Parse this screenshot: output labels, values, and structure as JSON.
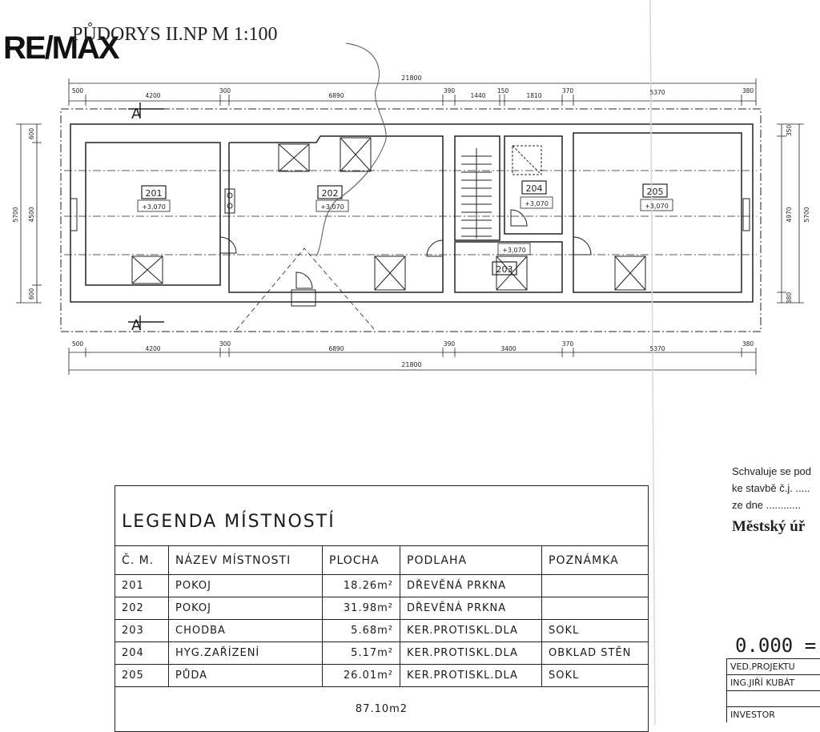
{
  "header": {
    "logo_text": "RE/MAX",
    "title": "PŮDORYS II.NP   M 1:100"
  },
  "dimensions": {
    "top_overall": "21800",
    "top_segments": [
      "500",
      "4200",
      "300",
      "6890",
      "390",
      "1440",
      "150",
      "1810",
      "370",
      "5370",
      "380"
    ],
    "bottom_segments": [
      "500",
      "4200",
      "300",
      "6890",
      "390",
      "3400",
      "370",
      "5370",
      "380"
    ],
    "bottom_overall": "21800",
    "left_overall": "5700",
    "left_segments": [
      "600",
      "4500",
      "600"
    ],
    "right_overall": "5700",
    "right_segments": [
      "350",
      "4970",
      "380"
    ]
  },
  "section_marks": {
    "top": "A",
    "bottom": "A"
  },
  "rooms": [
    {
      "number": "201",
      "level": "+3,070"
    },
    {
      "number": "202",
      "level": "+3,070"
    },
    {
      "number": "203",
      "level": "+3,070"
    },
    {
      "number": "204",
      "level": "+3,070"
    },
    {
      "number": "205",
      "level": "+3,070"
    }
  ],
  "legend": {
    "title": "LEGENDA MÍSTNOSTÍ",
    "headers": [
      "Č. M.",
      "NÁZEV MÍSTNOSTI",
      "PLOCHA",
      "PODLAHA",
      "POZNÁMKA"
    ],
    "rows": [
      [
        "201",
        "POKOJ",
        "18.26m²",
        "DŘEVĚNÁ PRKNA",
        ""
      ],
      [
        "202",
        "POKOJ",
        "31.98m²",
        "DŘEVĚNÁ PRKNA",
        ""
      ],
      [
        "203",
        "CHODBA",
        "5.68m²",
        "KER.PROTISKL.DLA",
        "SOKL"
      ],
      [
        "204",
        "HYG.ZAŘÍZENÍ",
        "5.17m²",
        "KER.PROTISKL.DLA",
        "OBKLAD STĚN"
      ],
      [
        "205",
        "PŮDA",
        "26.01m²",
        "KER.PROTISKL.DLA",
        "SOKL"
      ]
    ],
    "total": "87.10m2"
  },
  "approval": {
    "line1": "Schvaluje se pod",
    "line2": "ke stavbě č.j. .....",
    "line3": "ze dne ............",
    "office": "Městský úř"
  },
  "level_mark": "0.000 =",
  "title_block": {
    "row1": "VED.PROJEKTU",
    "row2": "ING.JIŘÍ KUBÁT",
    "row3": "",
    "row4": "INVESTOR"
  }
}
